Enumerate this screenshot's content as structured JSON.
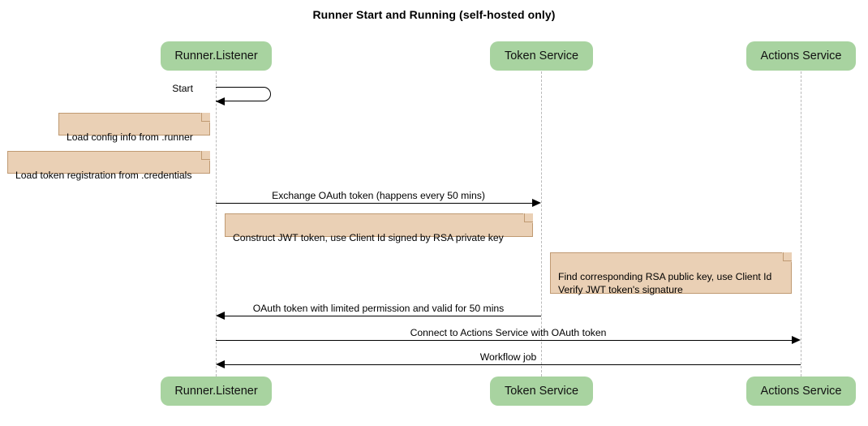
{
  "diagram": {
    "title": "Runner Start and Running (self-hosted only)",
    "type": "sequence-diagram",
    "colors": {
      "participant_fill": "#a8d3a0",
      "note_fill": "#ead0b5",
      "note_border": "#c09a72",
      "lifeline": "#b9b9b9",
      "arrow": "#000000",
      "background": "#ffffff"
    }
  },
  "participants": [
    {
      "id": "runner",
      "label": "Runner.Listener"
    },
    {
      "id": "token",
      "label": "Token Service"
    },
    {
      "id": "actions",
      "label": "Actions Service"
    }
  ],
  "messages": [
    {
      "id": "start",
      "label": "Start",
      "kind": "self",
      "from": "runner",
      "to": "runner"
    },
    {
      "id": "exchange-oauth",
      "label": "Exchange OAuth token (happens every 50 mins)",
      "kind": "sync",
      "direction": "right",
      "from": "runner",
      "to": "token"
    },
    {
      "id": "oauth-return",
      "label": "OAuth token with limited permission and valid for 50 mins",
      "kind": "sync",
      "direction": "left",
      "from": "token",
      "to": "runner"
    },
    {
      "id": "connect-actions",
      "label": "Connect to Actions Service with OAuth token",
      "kind": "sync",
      "direction": "right",
      "from": "runner",
      "to": "actions"
    },
    {
      "id": "workflow-job",
      "label": "Workflow job",
      "kind": "sync",
      "direction": "left",
      "from": "actions",
      "to": "runner"
    }
  ],
  "notes": [
    {
      "id": "load-config",
      "text": "Load config info from .runner",
      "over": "runner"
    },
    {
      "id": "load-token-registration",
      "text": "Load token registration from .credentials",
      "over": "runner"
    },
    {
      "id": "construct-jwt",
      "text": "Construct JWT token, use Client Id signed by RSA private key",
      "over": "runner"
    },
    {
      "id": "verify-jwt",
      "text": "Find corresponding RSA public key, use Client Id\nVerify JWT token's signature",
      "over": "token"
    }
  ]
}
